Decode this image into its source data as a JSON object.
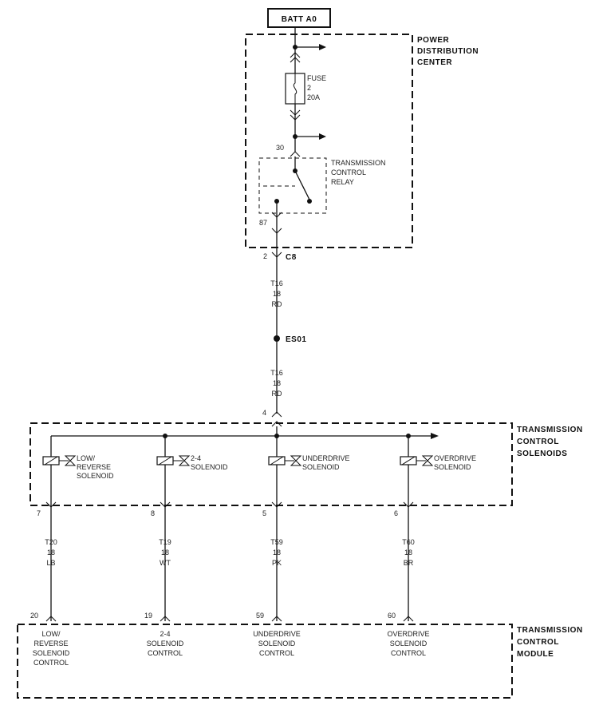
{
  "batt_label": "BATT A0",
  "pdc": {
    "title": [
      "POWER",
      "DISTRIBUTION",
      "CENTER"
    ],
    "fuse_lines": [
      "FUSE",
      "2",
      "20A"
    ],
    "relay_lines": [
      "TRANSMISSION",
      "CONTROL",
      "RELAY"
    ],
    "pin_30": "30",
    "pin_87": "87"
  },
  "connector_c8": {
    "pin": "2",
    "name": "C8"
  },
  "wire_top": {
    "circuit": "T16",
    "gauge": "18",
    "color": "RD"
  },
  "splice": "ES01",
  "wire_mid": {
    "circuit": "T16",
    "gauge": "18",
    "color": "RD"
  },
  "solenoid_block": {
    "title": [
      "TRANSMISSION",
      "CONTROL",
      "SOLENOIDS"
    ],
    "input_pin": "4",
    "solenoids": [
      {
        "label": [
          "LOW/",
          "REVERSE",
          "SOLENOID"
        ],
        "out_pin": "7",
        "wire": [
          "T20",
          "18",
          "LB"
        ],
        "tcm_pin": "20",
        "tcm_label": [
          "LOW/",
          "REVERSE",
          "SOLENOID",
          "CONTROL"
        ]
      },
      {
        "label": [
          "2-4",
          "SOLENOID"
        ],
        "out_pin": "8",
        "wire": [
          "T19",
          "18",
          "WT"
        ],
        "tcm_pin": "19",
        "tcm_label": [
          "2-4",
          "SOLENOID",
          "CONTROL"
        ]
      },
      {
        "label": [
          "UNDERDRIVE",
          "SOLENOID"
        ],
        "out_pin": "5",
        "wire": [
          "T59",
          "18",
          "PK"
        ],
        "tcm_pin": "59",
        "tcm_label": [
          "UNDERDRIVE",
          "SOLENOID",
          "CONTROL"
        ]
      },
      {
        "label": [
          "OVERDRIVE",
          "SOLENOID"
        ],
        "out_pin": "6",
        "wire": [
          "T60",
          "18",
          "BR"
        ],
        "tcm_pin": "60",
        "tcm_label": [
          "OVERDRIVE",
          "SOLENOID",
          "CONTROL"
        ]
      }
    ]
  },
  "tcm": {
    "title": [
      "TRANSMISSION",
      "CONTROL",
      "MODULE"
    ]
  }
}
